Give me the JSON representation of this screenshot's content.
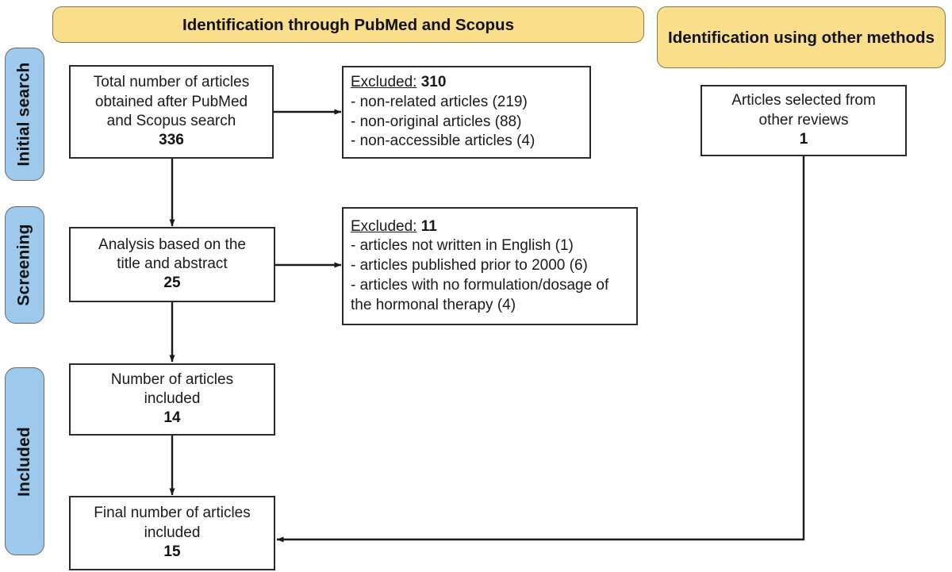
{
  "diagram": {
    "title": "PRISMA study selection flow diagram",
    "colors": {
      "stage_pill_fill": "#9DC9EC",
      "banner_fill": "#F9DF8B",
      "box_border": "#2b2b2b",
      "text": "#1a1a1a"
    }
  },
  "stages": [
    {
      "id": "initial-search",
      "label": "Initial search"
    },
    {
      "id": "screening",
      "label": "Screening"
    },
    {
      "id": "included",
      "label": "Included"
    }
  ],
  "banners": [
    {
      "id": "pubmed-scopus",
      "label": "Identification through PubMed and Scopus"
    },
    {
      "id": "other-methods",
      "label": "Identification using other methods"
    }
  ],
  "nodes": {
    "total_records": {
      "lines": [
        "Total number of articles",
        "obtained after PubMed",
        "and Scopus search"
      ],
      "count": "336"
    },
    "title_abstract": {
      "lines": [
        "Analysis based on the",
        "title and abstract"
      ],
      "count": "25"
    },
    "articles_included": {
      "lines": [
        "Number of articles",
        "included"
      ],
      "count": "14"
    },
    "final_included": {
      "lines": [
        "Final number of articles",
        "included"
      ],
      "count": "15"
    },
    "other_reviews": {
      "lines": [
        "Articles selected from",
        "other reviews"
      ],
      "count": "1"
    }
  },
  "exclusions": {
    "first": {
      "head_label": "Excluded:",
      "head_count": "310",
      "items": [
        "- non-related articles (219)",
        "- non-original articles (88)",
        "- non-accessible articles (4)"
      ]
    },
    "second": {
      "head_label": "Excluded:",
      "head_count": "11",
      "items": [
        "- articles not written in English (1)",
        "- articles published prior to 2000 (6)",
        "- articles with no formulation/dosage of the hormonal therapy (4)"
      ]
    }
  }
}
